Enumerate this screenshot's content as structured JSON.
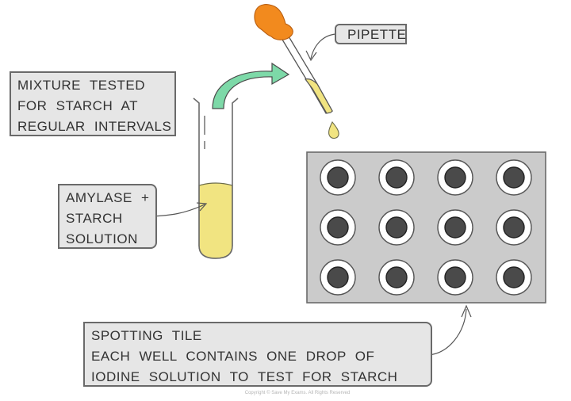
{
  "labels": {
    "mixture": [
      "MIXTURE TESTED",
      "FOR STARCH AT",
      "REGULAR INTERVALS"
    ],
    "amylase": [
      "AMYLASE +",
      "STARCH",
      "SOLUTION"
    ],
    "pipette": "PIPETTE",
    "tile": [
      "SPOTTING TILE",
      "EACH WELL CONTAINS ONE DROP OF",
      "IODINE SOLUTION TO TEST FOR STARCH"
    ]
  },
  "spotting_tile": {
    "rows": 3,
    "columns": 4
  },
  "colors": {
    "solution_yellow": "#f1e481",
    "bulb_orange": "#f28a1e",
    "arrow_green": "#7dd9a8",
    "tile_gray": "#cbcbcb",
    "well_dark": "#4a4a4a",
    "label_bg": "#e6e6e6"
  },
  "copyright": "Copyright © Save My Exams. All Rights Reserved"
}
